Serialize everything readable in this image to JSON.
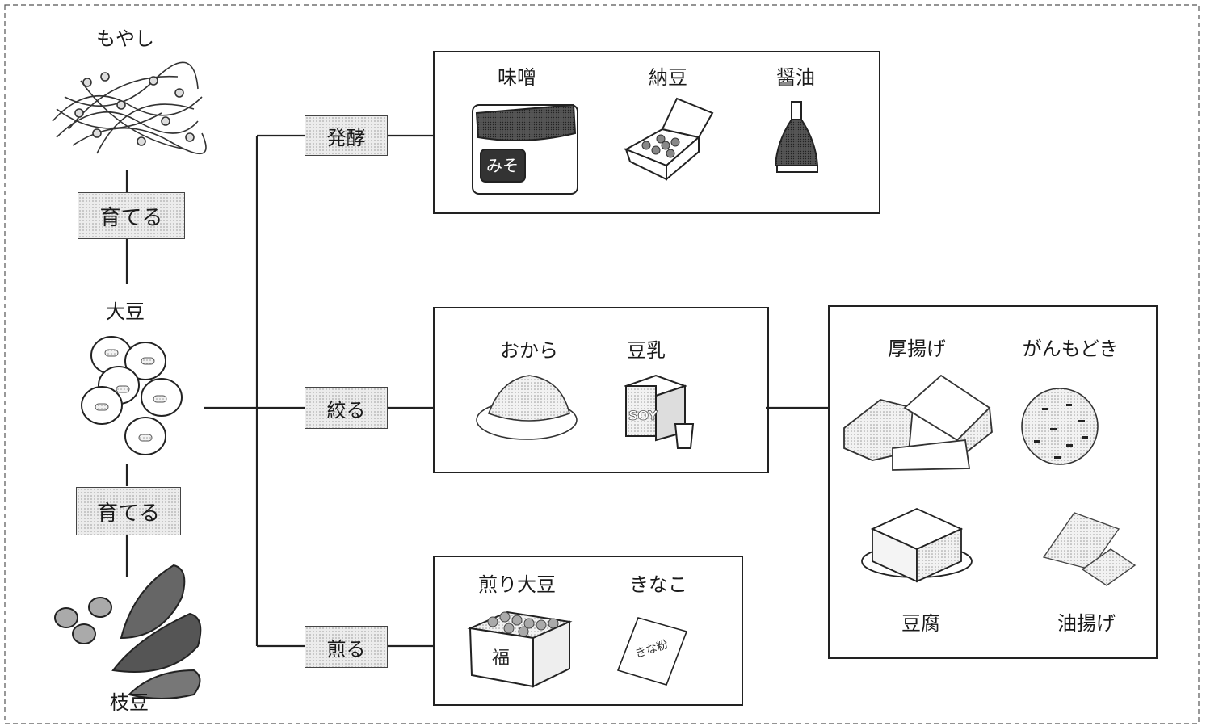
{
  "diagram": {
    "source": {
      "bean": "大豆",
      "sprout": "もやし",
      "edamame": "枝豆"
    },
    "grow_labels": [
      "育てる",
      "育てる"
    ],
    "processes": {
      "ferment": "発酵",
      "squeeze": "絞る",
      "roast": "煎る"
    },
    "fermented_products": [
      "味噌",
      "納豆",
      "醤油"
    ],
    "squeezed_products": [
      "おから",
      "豆乳"
    ],
    "roasted_products": [
      "煎り大豆",
      "きなこ"
    ],
    "soy_milk_products": [
      "厚揚げ",
      "がんもどき",
      "豆腐",
      "油揚げ"
    ],
    "package_text": {
      "miso": "みそ",
      "soy_milk": "SOY",
      "masu": "福",
      "kinako": "きな粉"
    }
  }
}
